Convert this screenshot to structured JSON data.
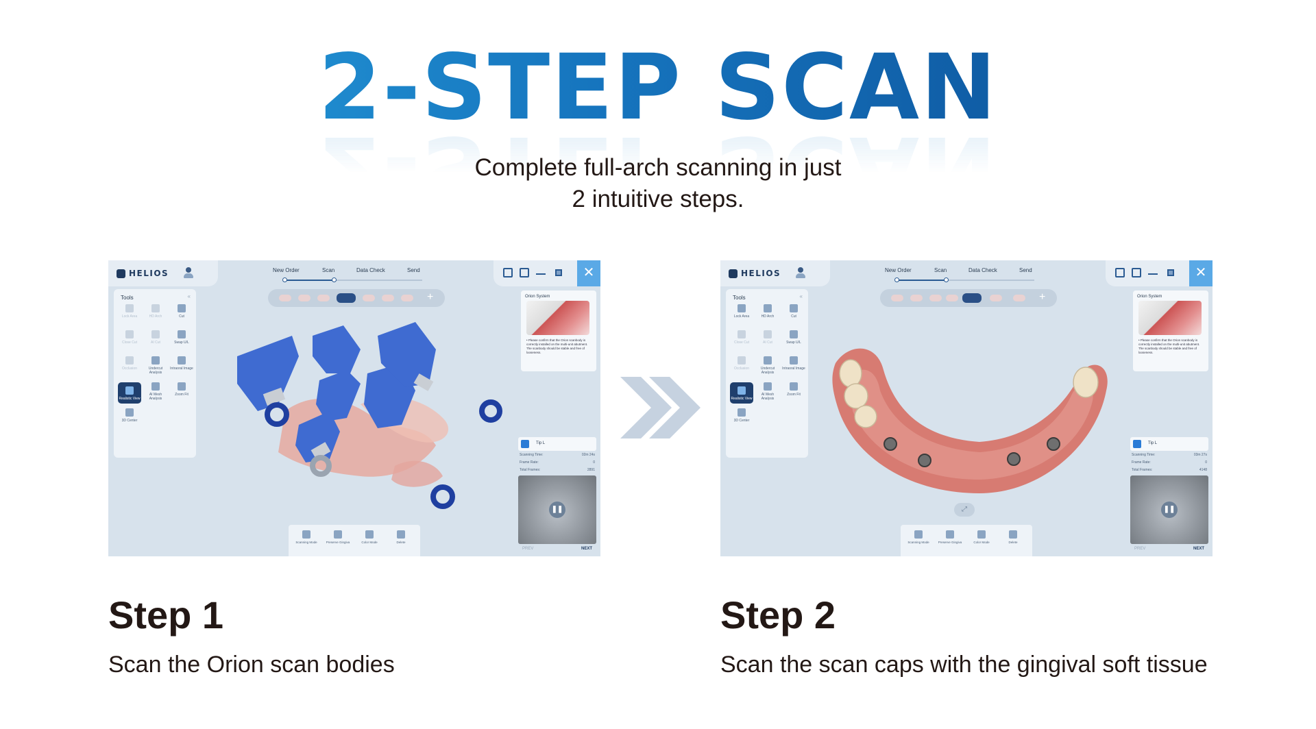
{
  "hero": {
    "title": "2-STEP SCAN",
    "subtitle_line1": "Complete full-arch scanning in just",
    "subtitle_line2": "2 intuitive steps."
  },
  "colors": {
    "title_gradient_start": "#29a3e0",
    "title_gradient_end": "#0b4a92",
    "screen_bg": "#d7e2ec",
    "accent": "#2a5a92",
    "close_button": "#5aa9e6",
    "text_dark": "#231815",
    "arrow_color": "#c6d2e0"
  },
  "app": {
    "logo": "HELIOS",
    "steps": [
      "New Order",
      "Scan",
      "Data Check",
      "Send"
    ],
    "tools_title": "Tools",
    "tip_title": "Orion System",
    "tip_text": "• Please confirm that the Orion scanbody is correctly installed on the multi-unit abutment. The scanbody should be stable and free of looseness.",
    "scan_tag": "Tip L",
    "stat_labels": [
      "Scanning Time:",
      "Frame Rate:",
      "Total Frames:"
    ],
    "nav_prev": "PREV",
    "nav_next": "NEXT",
    "bottom_tools": [
      {
        "label": "Scanning Mode",
        "icon": "scanning-mode-icon"
      },
      {
        "label": "Preserve Gingiva",
        "icon": "preserve-gingiva-icon"
      },
      {
        "label": "Color Mode",
        "icon": "color-mode-icon"
      },
      {
        "label": "Delete",
        "icon": "delete-icon"
      }
    ]
  },
  "screen1": {
    "tools": [
      {
        "label": "Lock Area",
        "icon": "lock-icon",
        "state": "dim"
      },
      {
        "label": "HD Arch",
        "icon": "tooth-icon",
        "state": "dim"
      },
      {
        "label": "Cut",
        "icon": "scissors-icon",
        "state": "normal"
      },
      {
        "label": "Close Cut",
        "icon": "close-cut-icon",
        "state": "dim"
      },
      {
        "label": "AI Cut",
        "icon": "ai-cut-icon",
        "state": "dim"
      },
      {
        "label": "Swap U/L",
        "icon": "swap-icon",
        "state": "normal"
      },
      {
        "label": "Occlusion",
        "icon": "occlusion-icon",
        "state": "dim"
      },
      {
        "label": "Undercut Analysis",
        "icon": "undercut-icon",
        "state": "normal"
      },
      {
        "label": "Intraoral Image",
        "icon": "intraoral-image-icon",
        "state": "normal"
      },
      {
        "label": "Realistic View",
        "icon": "realistic-view-icon",
        "state": "active"
      },
      {
        "label": "AI Mesh Analysis",
        "icon": "mesh-analysis-icon",
        "state": "normal"
      },
      {
        "label": "Zoom Fit",
        "icon": "zoom-fit-icon",
        "state": "normal"
      },
      {
        "label": "3D Center",
        "icon": "center-icon",
        "state": "normal"
      }
    ],
    "stat_values": [
      "02m 24s",
      "0",
      "2891"
    ],
    "current_step": 1
  },
  "screen2": {
    "tools": [
      {
        "label": "Lock Area",
        "icon": "lock-icon",
        "state": "normal"
      },
      {
        "label": "HD Arch",
        "icon": "tooth-icon",
        "state": "normal"
      },
      {
        "label": "Cut",
        "icon": "scissors-icon",
        "state": "normal"
      },
      {
        "label": "Close Cut",
        "icon": "close-cut-icon",
        "state": "dim"
      },
      {
        "label": "AI Cut",
        "icon": "ai-cut-icon",
        "state": "dim"
      },
      {
        "label": "Swap U/L",
        "icon": "swap-icon",
        "state": "normal"
      },
      {
        "label": "Occlusion",
        "icon": "occlusion-icon",
        "state": "dim"
      },
      {
        "label": "Undercut Analysis",
        "icon": "undercut-icon",
        "state": "normal"
      },
      {
        "label": "Intraoral Image",
        "icon": "intraoral-image-icon",
        "state": "normal"
      },
      {
        "label": "Realistic View",
        "icon": "realistic-view-icon",
        "state": "active"
      },
      {
        "label": "AI Mesh Analysis",
        "icon": "mesh-analysis-icon",
        "state": "normal"
      },
      {
        "label": "Zoom Fit",
        "icon": "zoom-fit-icon",
        "state": "normal"
      },
      {
        "label": "3D Center",
        "icon": "center-icon",
        "state": "normal"
      }
    ],
    "stat_values": [
      "03m 27s",
      "0",
      "4148"
    ],
    "current_step": 1
  },
  "step1": {
    "title": "Step 1",
    "description": "Scan the Orion scan bodies"
  },
  "step2": {
    "title": "Step 2",
    "description": "Scan the scan caps with the gingival soft tissue"
  }
}
